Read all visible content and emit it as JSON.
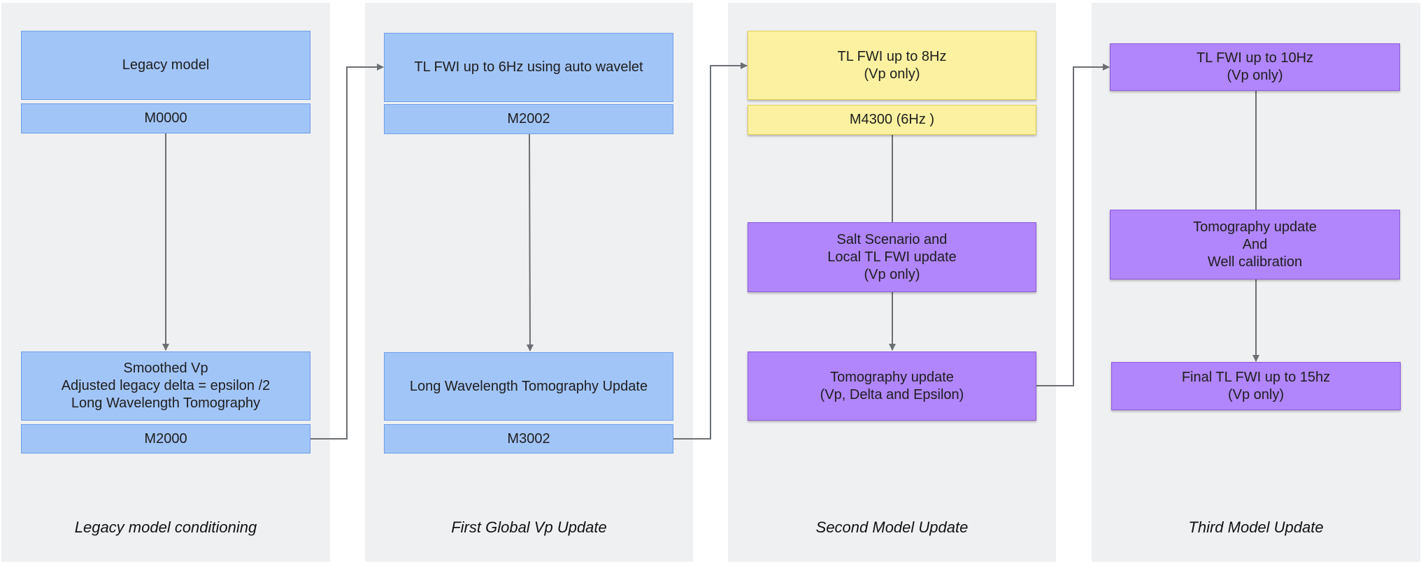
{
  "panels": [
    {
      "caption": "Legacy model conditioning"
    },
    {
      "caption": "First Global Vp Update"
    },
    {
      "caption": "Second Model Update"
    },
    {
      "caption": "Third Model Update"
    }
  ],
  "nodes": {
    "legacy_model": {
      "lines": [
        "Legacy model"
      ]
    },
    "m0000": {
      "lines": [
        "M0000"
      ]
    },
    "smoothed_vp": {
      "lines": [
        "Smoothed Vp",
        "Adjusted legacy delta = epsilon /2",
        "Long Wavelength Tomography"
      ]
    },
    "m2000": {
      "lines": [
        "M2000"
      ]
    },
    "tl_fwi_6hz": {
      "lines": [
        "TL FWI up to 6Hz using auto wavelet"
      ]
    },
    "m2002": {
      "lines": [
        "M2002"
      ]
    },
    "long_wavelength_tomo": {
      "lines": [
        "Long Wavelength Tomography Update"
      ]
    },
    "m3002": {
      "lines": [
        "M3002"
      ]
    },
    "tl_fwi_8hz": {
      "lines": [
        "TL FWI up to 8Hz",
        "(Vp only)"
      ]
    },
    "m4300": {
      "lines": [
        "M4300 (6Hz )"
      ]
    },
    "salt_scenario": {
      "lines": [
        "Salt Scenario and",
        "Local TL FWI update",
        "(Vp only)"
      ]
    },
    "tomo_update_2": {
      "lines": [
        "Tomography update",
        "(Vp, Delta and Epsilon)"
      ]
    },
    "tl_fwi_10hz": {
      "lines": [
        "TL FWI up to 10Hz",
        "(Vp only)"
      ]
    },
    "tomo_well": {
      "lines": [
        "Tomography update",
        "And",
        "Well calibration"
      ]
    },
    "final_fwi_15hz": {
      "lines": [
        "Final TL FWI up to 15hz",
        "(Vp only)"
      ]
    }
  },
  "colors": {
    "panel_bg": "#eff0f2",
    "blue_fill": "#a2c5f7",
    "yellow_fill": "#fbf1a0",
    "purple_fill": "#b185fb",
    "connector": "#6b6f73"
  }
}
